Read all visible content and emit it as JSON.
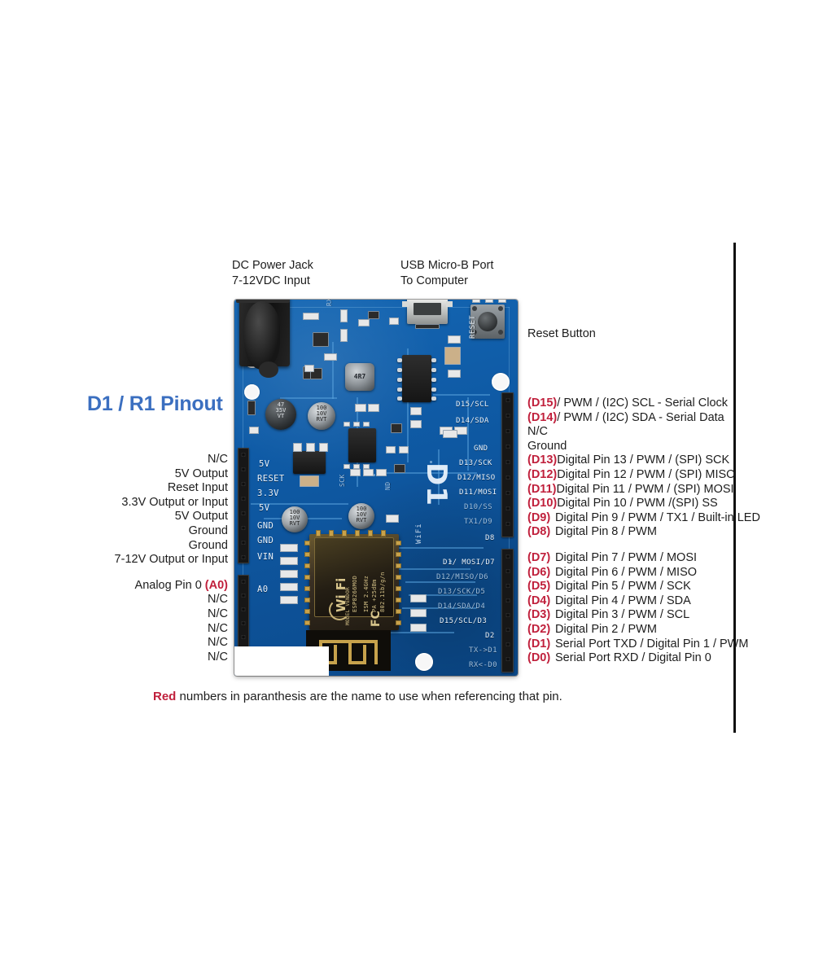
{
  "title": "D1 / R1 Pinout",
  "callouts": {
    "dc_power": [
      "DC Power Jack",
      "7-12VDC Input"
    ],
    "usb": [
      "USB Micro-B Port",
      "To Computer"
    ],
    "reset": "Reset Button"
  },
  "left_pins": [
    {
      "label": "N/C"
    },
    {
      "label": "5V Output"
    },
    {
      "label": "Reset Input"
    },
    {
      "label": "3.3V Output or Input"
    },
    {
      "label": "5V Output"
    },
    {
      "label": "Ground"
    },
    {
      "label": "Ground"
    },
    {
      "label": "7-12V Output or Input"
    },
    {
      "gap": true
    },
    {
      "label": "Analog Pin 0 ",
      "tag": "(A0)"
    },
    {
      "label": "N/C"
    },
    {
      "label": "N/C"
    },
    {
      "label": "N/C"
    },
    {
      "label": "N/C"
    },
    {
      "label": "N/C"
    }
  ],
  "right_pins": [
    {
      "tag": "(D15)",
      "label": "/ PWM / (I2C) SCL - Serial Clock"
    },
    {
      "tag": "(D14)",
      "label": "/ PWM / (I2C) SDA - Serial Data"
    },
    {
      "tag": "",
      "label": "N/C"
    },
    {
      "tag": "",
      "label": "Ground"
    },
    {
      "tag": "(D13)",
      "label": "Digital Pin 13 / PWM / (SPI) SCK"
    },
    {
      "tag": "(D12)",
      "label": "Digital Pin 12 /  PWM / (SPI) MISO"
    },
    {
      "tag": "(D11)",
      "label": "Digital Pin 11 / PWM / (SPI) MOSI"
    },
    {
      "tag": "(D10)",
      "label": "Digital Pin 10 / PWM /(SPI) SS"
    },
    {
      "tag": "(D9)",
      "label": "Digital Pin 9 / PWM / TX1 / Built-in LED"
    },
    {
      "tag": "(D8)",
      "label": "Digital Pin 8 / PWM"
    },
    {
      "gap": true
    },
    {
      "tag": "(D7)",
      "label": "Digital Pin 7 / PWM / MOSI"
    },
    {
      "tag": "(D6)",
      "label": "Digital Pin 6 / PWM / MISO"
    },
    {
      "tag": "(D5)",
      "label": "Digital Pin 5 / PWM / SCK"
    },
    {
      "tag": "(D4)",
      "label": "Digital Pin 4 / PWM / SDA"
    },
    {
      "tag": "(D3)",
      "label": "Digital Pin 3 / PWM / SCL"
    },
    {
      "tag": "(D2)",
      "label": "Digital Pin 2 / PWM"
    },
    {
      "tag": "(D1)",
      "label": "Serial Port TXD / Digital Pin 1 / PWM"
    },
    {
      "tag": "(D0)",
      "label": "Serial Port RXD / Digital Pin 0"
    }
  ],
  "caption": {
    "red_word": "Red",
    "rest": " numbers in paranthesis are the name to use when referencing that pin."
  },
  "board_silk": {
    "left_power": [
      "5V",
      "RESET",
      "3.3V",
      "5V",
      "GND",
      "GND",
      "VIN"
    ],
    "left_analog": [
      "A0"
    ],
    "right_upper": [
      "D15/SCL",
      "D14/SDA",
      "GND",
      "D13/SCK",
      "D12/MISO",
      "D11/MOSI",
      "D10/SS",
      "TX1/D9",
      "D8"
    ],
    "right_lower": [
      "D1/ MOSI/D7",
      "D12/MISO/D6",
      "D13/SCK/D5",
      "D14/SDA/D4",
      "D15/SCL/D3",
      "D2",
      "TX->D1",
      "RX<-D0"
    ],
    "reset_vert": "RESET",
    "wifi_vert": "WiFi",
    "logo": "D1",
    "module": {
      "brand": "Wi Fi",
      "part": "ESP8266MOD",
      "spec1": "ISM 2.4GHz",
      "spec2": "PA +25dBm",
      "spec3": "802.11b/g/n",
      "vendor": "MODEL VENDOR",
      "fcc": "FC"
    },
    "caps": [
      {
        "lines": [
          "47",
          "35V",
          "VT"
        ]
      },
      {
        "lines": [
          "100",
          "10V",
          "RVT"
        ]
      },
      {
        "lines": [
          "100",
          "10V",
          "RVT"
        ]
      },
      {
        "lines": [
          "100",
          "10V",
          "RVT"
        ]
      }
    ],
    "inductor": "4R7"
  },
  "colors": {
    "accent_blue": "#3b6fc0",
    "accent_red": "#c0203c",
    "pcb_blue": "#0f5ba6",
    "text": "#1d1d1d"
  }
}
